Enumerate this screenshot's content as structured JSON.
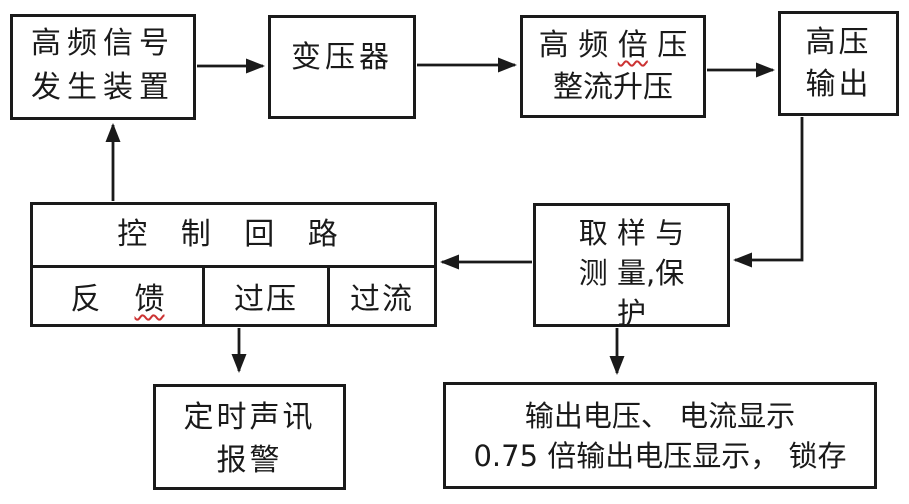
{
  "diagram": {
    "type": "flowchart",
    "language": "zh-CN",
    "background_color": "#ffffff",
    "line_color": "#1a1a1a",
    "spellcheck_underline_color": "#cc3333"
  },
  "boxes": {
    "signal_generator": {
      "lines": [
        "高频信号",
        "发生装置"
      ]
    },
    "transformer": {
      "label": "变压器"
    },
    "voltage_doubler": {
      "line1_pre": "高 频 ",
      "line1_wavy": "倍",
      "line1_post": " 压",
      "line2": "整流升压"
    },
    "hv_output": {
      "lines": [
        "高压",
        "输出"
      ]
    },
    "control_loop": {
      "header": "控 制 回 路",
      "feedback_pre": "反",
      "feedback_wavy": "馈",
      "overvoltage": "过压",
      "overcurrent": "过流"
    },
    "sampling": {
      "lines": [
        "取 样 与",
        "测 量,保",
        "护"
      ]
    },
    "alarm": {
      "lines": [
        "定时声讯",
        "报警"
      ]
    },
    "display": {
      "lines": [
        "输出电压、 电流显示",
        "0.75 倍输出电压显示， 锁存"
      ]
    }
  },
  "edges": [
    {
      "from": "signal_generator",
      "to": "transformer"
    },
    {
      "from": "transformer",
      "to": "voltage_doubler"
    },
    {
      "from": "voltage_doubler",
      "to": "hv_output"
    },
    {
      "from": "hv_output",
      "to": "sampling"
    },
    {
      "from": "sampling",
      "to": "control_loop"
    },
    {
      "from": "control_loop",
      "to": "signal_generator"
    },
    {
      "from": "control_loop",
      "to": "alarm"
    },
    {
      "from": "sampling",
      "to": "display"
    }
  ]
}
